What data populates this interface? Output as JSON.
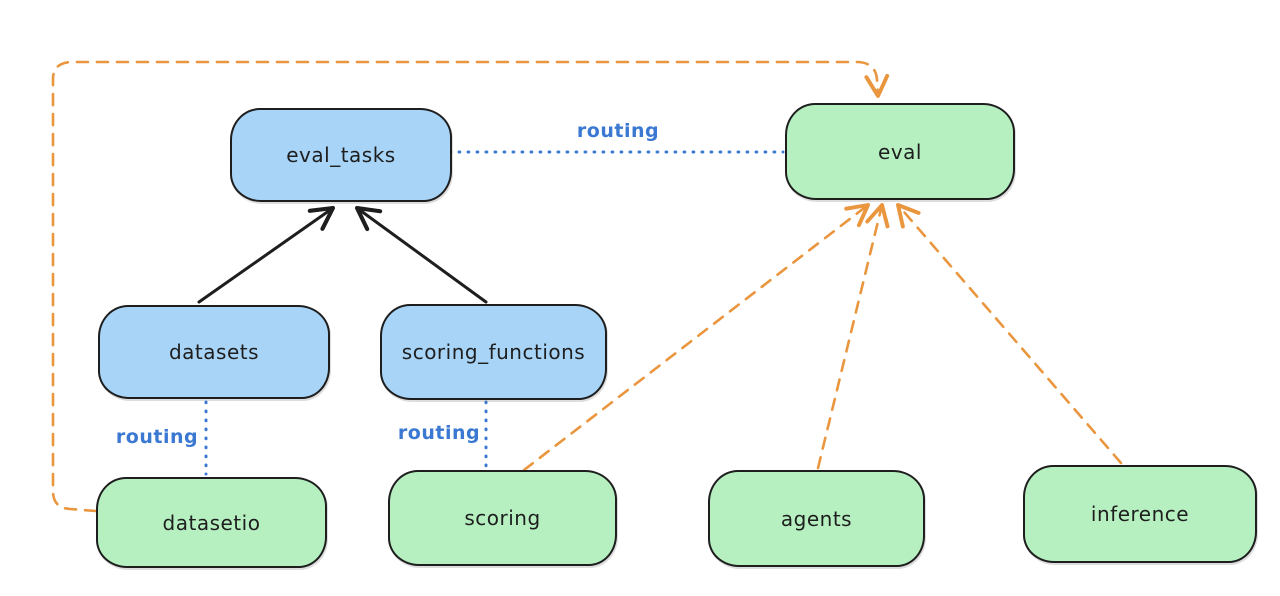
{
  "diagram": {
    "description": "Architecture diagram linking registry objects to API providers",
    "colors": {
      "registry_fill_blue": "#a7d4f7",
      "api_fill_green": "#b6f0c0",
      "node_stroke": "#1e1e1e",
      "routing_blue": "#3a78d2",
      "dependency_orange": "#e9963e",
      "background": "#ffffff"
    },
    "nodes": {
      "eval_tasks": {
        "label": "eval_tasks",
        "fill": "blue"
      },
      "eval": {
        "label": "eval",
        "fill": "green"
      },
      "datasets": {
        "label": "datasets",
        "fill": "blue"
      },
      "scoring_functions": {
        "label": "scoring_functions",
        "fill": "blue"
      },
      "datasetio": {
        "label": "datasetio",
        "fill": "green"
      },
      "scoring": {
        "label": "scoring",
        "fill": "green"
      },
      "agents": {
        "label": "agents",
        "fill": "green"
      },
      "inference": {
        "label": "inference",
        "fill": "green"
      }
    },
    "edge_labels": {
      "eval_tasks_eval": {
        "text": "routing"
      },
      "datasets_datasetio": {
        "text": "routing"
      },
      "scoring_functions_scoring": {
        "text": "routing"
      }
    },
    "edges": [
      {
        "from": "datasets",
        "to": "eval_tasks",
        "style": "solid",
        "color": "black",
        "arrow": true,
        "label": ""
      },
      {
        "from": "scoring_functions",
        "to": "eval_tasks",
        "style": "solid",
        "color": "black",
        "arrow": true,
        "label": ""
      },
      {
        "from": "eval_tasks",
        "to": "eval",
        "style": "dotted",
        "color": "blue",
        "arrow": false,
        "label": "routing"
      },
      {
        "from": "datasets",
        "to": "datasetio",
        "style": "dotted",
        "color": "blue",
        "arrow": false,
        "label": "routing"
      },
      {
        "from": "scoring_functions",
        "to": "scoring",
        "style": "dotted",
        "color": "blue",
        "arrow": false,
        "label": "routing"
      },
      {
        "from": "datasetio",
        "to": "eval",
        "style": "dashed",
        "color": "orange",
        "arrow": true,
        "label": ""
      },
      {
        "from": "scoring",
        "to": "eval",
        "style": "dashed",
        "color": "orange",
        "arrow": true,
        "label": ""
      },
      {
        "from": "agents",
        "to": "eval",
        "style": "dashed",
        "color": "orange",
        "arrow": true,
        "label": ""
      },
      {
        "from": "inference",
        "to": "eval",
        "style": "dashed",
        "color": "orange",
        "arrow": true,
        "label": ""
      }
    ]
  }
}
